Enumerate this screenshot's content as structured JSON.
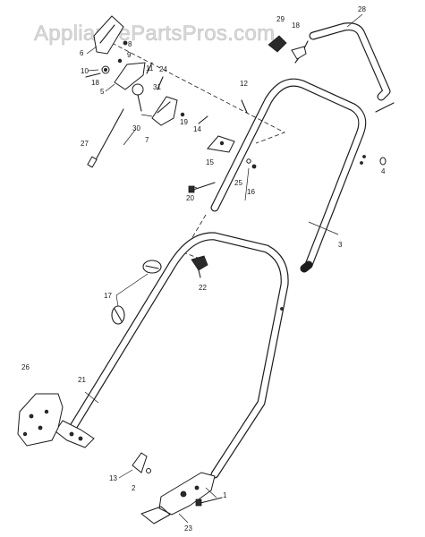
{
  "watermark": "AppliancePartsPros.com",
  "callouts": {
    "c1": "1",
    "c2": "2",
    "c3": "3",
    "c4": "4",
    "c5": "5",
    "c6": "6",
    "c7": "7",
    "c8": "8",
    "c9": "9",
    "c10": "10",
    "c11": "11",
    "c12": "12",
    "c13": "13",
    "c14": "14",
    "c15": "15",
    "c16": "16",
    "c17": "17",
    "c18": "18",
    "c18b": "18",
    "c19": "19",
    "c20": "20",
    "c21": "21",
    "c22": "22",
    "c23": "23",
    "c24": "24",
    "c25": "25",
    "c26": "26",
    "c27": "27",
    "c28": "28",
    "c29": "29",
    "c30": "30",
    "c31": "31"
  }
}
